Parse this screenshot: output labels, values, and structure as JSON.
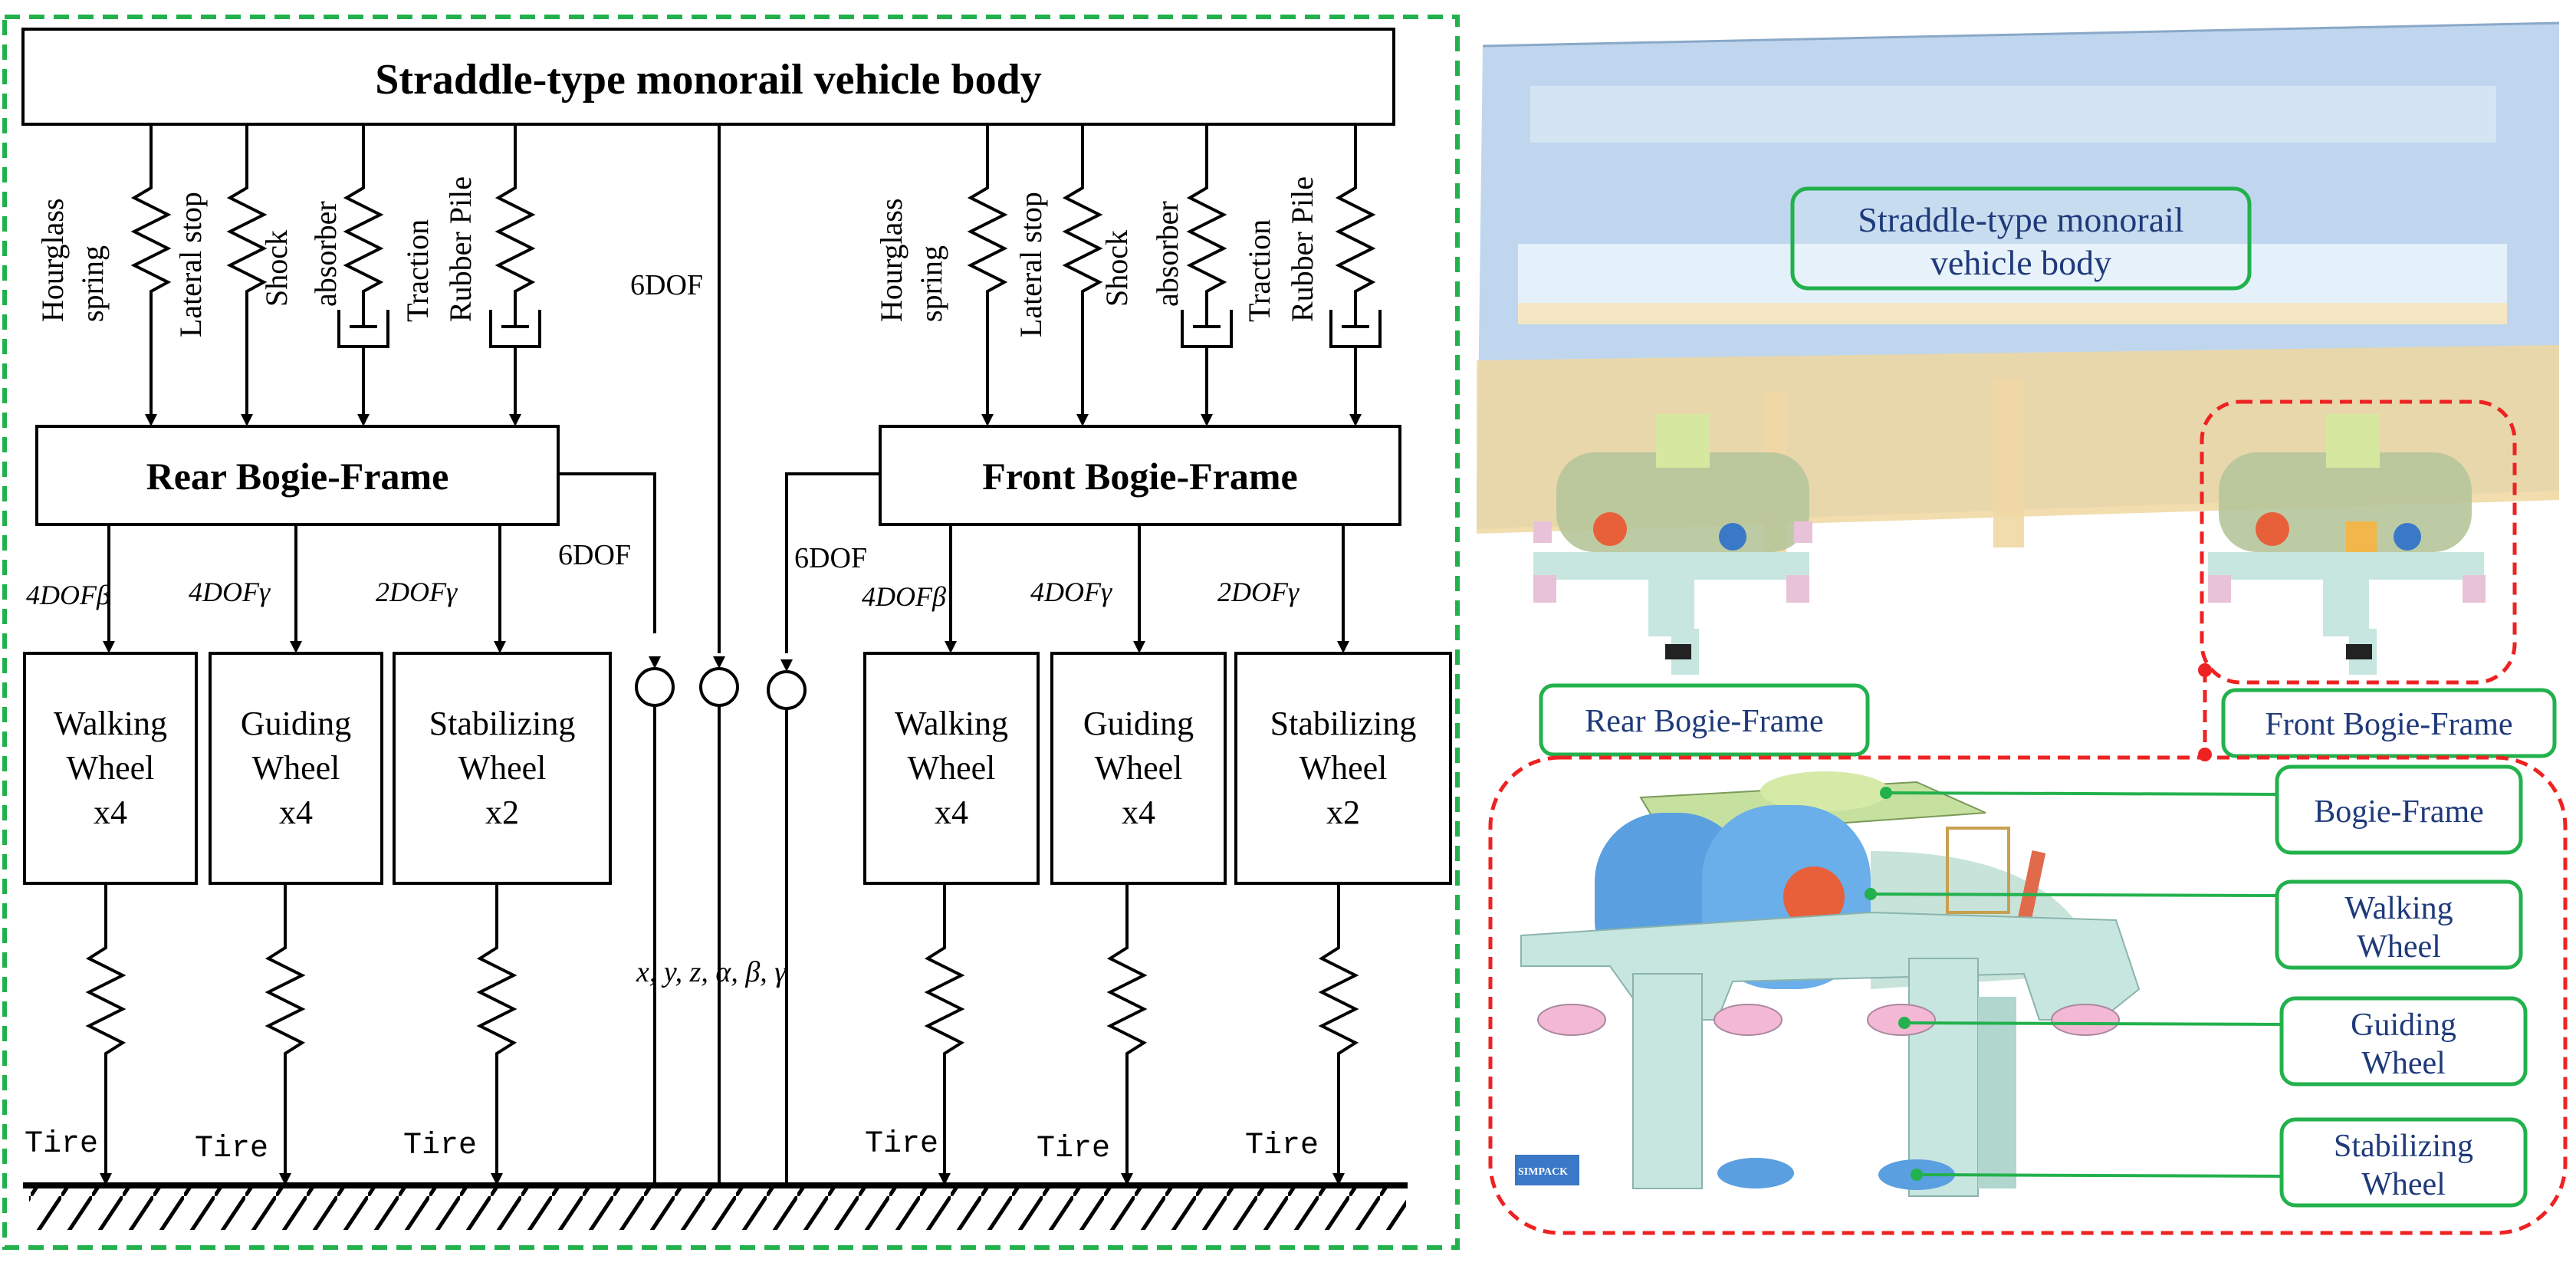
{
  "schematic": {
    "vehicle_body": "Straddle-type monorail vehicle body",
    "rear_frame": "Rear Bogie-Frame",
    "front_frame": "Front Bogie-Frame",
    "suspension_labels": {
      "hourglass_1": "Hourglass",
      "hourglass_2": "spring",
      "lateral": "Lateral stop",
      "shock": "Shock",
      "absorber": "absorber",
      "traction_1": "Traction",
      "traction_2": "Rubber Pile"
    },
    "body_dof": "6DOF",
    "frame_dof": "6DOF",
    "wheel_dof": [
      "4DOFβ",
      "4DOFγ",
      "2DOFγ"
    ],
    "wheels": [
      [
        "Walking",
        "Wheel",
        "x4"
      ],
      [
        "Guiding",
        "Wheel",
        "x4"
      ],
      [
        "Stabilizing",
        "Wheel",
        "x2"
      ]
    ],
    "tire": "Tire",
    "coords": "x, y, z, α, β, γ"
  },
  "model": {
    "body_label_1": "Straddle-type monorail",
    "body_label_2": "vehicle body",
    "rear_label": "Rear Bogie-Frame",
    "front_label": "Front Bogie-Frame",
    "callouts": [
      [
        "Bogie-Frame"
      ],
      [
        "Walking",
        "Wheel"
      ],
      [
        "Guiding",
        "Wheel"
      ],
      [
        "Stabilizing",
        "Wheel"
      ]
    ],
    "logo": "SIMPACK"
  },
  "colors": {
    "green_border": "#22b14c",
    "red_dashed": "#ee2222",
    "label_text": "#1f3a7a",
    "body_blue": "#9ec3e4",
    "body_tan": "#f1d9a0",
    "wheel_blue": "#5a9fe0",
    "frame_mint": "#c8e6e0",
    "red_wheel": "#e8603a",
    "pink_wheel": "#f2b8d4"
  }
}
